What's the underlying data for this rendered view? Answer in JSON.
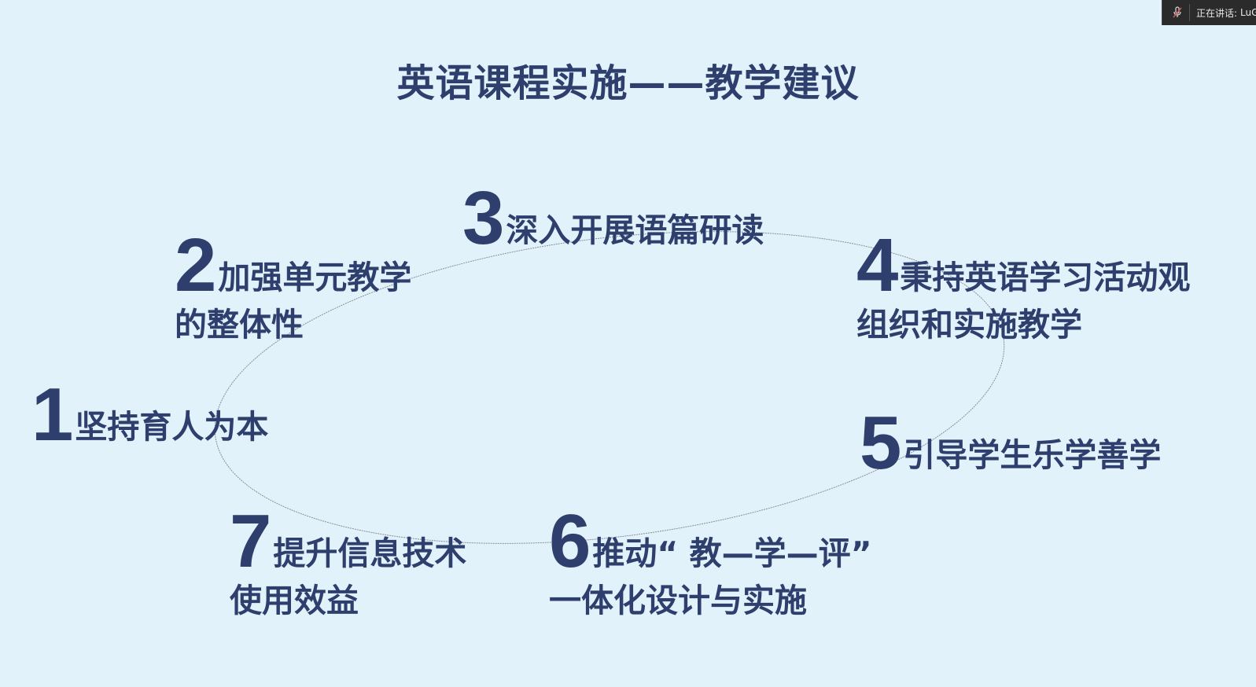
{
  "slide": {
    "title": "英语课程实施——教学建议",
    "items": [
      {
        "num": "1",
        "line1": "坚持育人为本",
        "line2": ""
      },
      {
        "num": "2",
        "line1": "加强单元教学",
        "line2": "的整体性"
      },
      {
        "num": "3",
        "line1": "深入开展语篇研读",
        "line2": ""
      },
      {
        "num": "4",
        "line1": "秉持英语学习活动观",
        "line2": "组织和实施教学"
      },
      {
        "num": "5",
        "line1": "引导学生乐学善学",
        "line2": ""
      },
      {
        "num": "6",
        "line1": "推动“ 教—学—评”",
        "line2": "一体化设计与实施"
      },
      {
        "num": "7",
        "line1": "提升信息技术",
        "line2": "使用效益"
      }
    ]
  },
  "speaker_bar": {
    "label": "正在讲话:",
    "name": "LuG",
    "mic_icon": "muted-mic-icon"
  },
  "colors": {
    "background": "#e2f2fb",
    "text": "#2e3f6e",
    "ellipse_stroke": "#8a8f99"
  }
}
